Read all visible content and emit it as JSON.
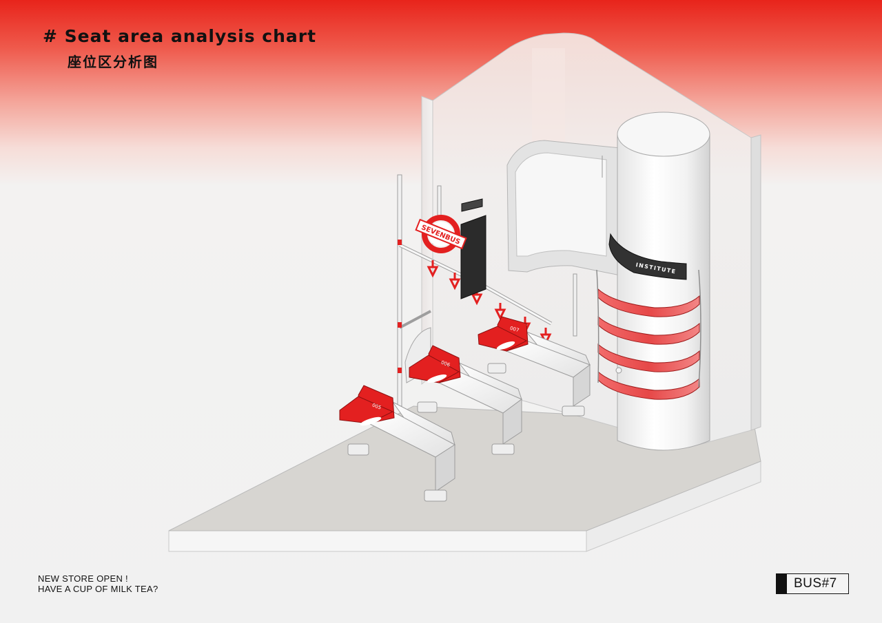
{
  "header": {
    "title_en": "# Seat area analysis chart",
    "title_zh": "座位区分析图"
  },
  "scene": {
    "sign_text": "SEVENBUS",
    "column_band_text": "INSTITUTE",
    "seat_numbers": [
      "005",
      "006",
      "007"
    ],
    "accent_color": "#e32020"
  },
  "footer": {
    "line1": "NEW STORE OPEN !",
    "line2": "HAVE A CUP OF MILK TEA?",
    "badge": "BUS#7"
  }
}
